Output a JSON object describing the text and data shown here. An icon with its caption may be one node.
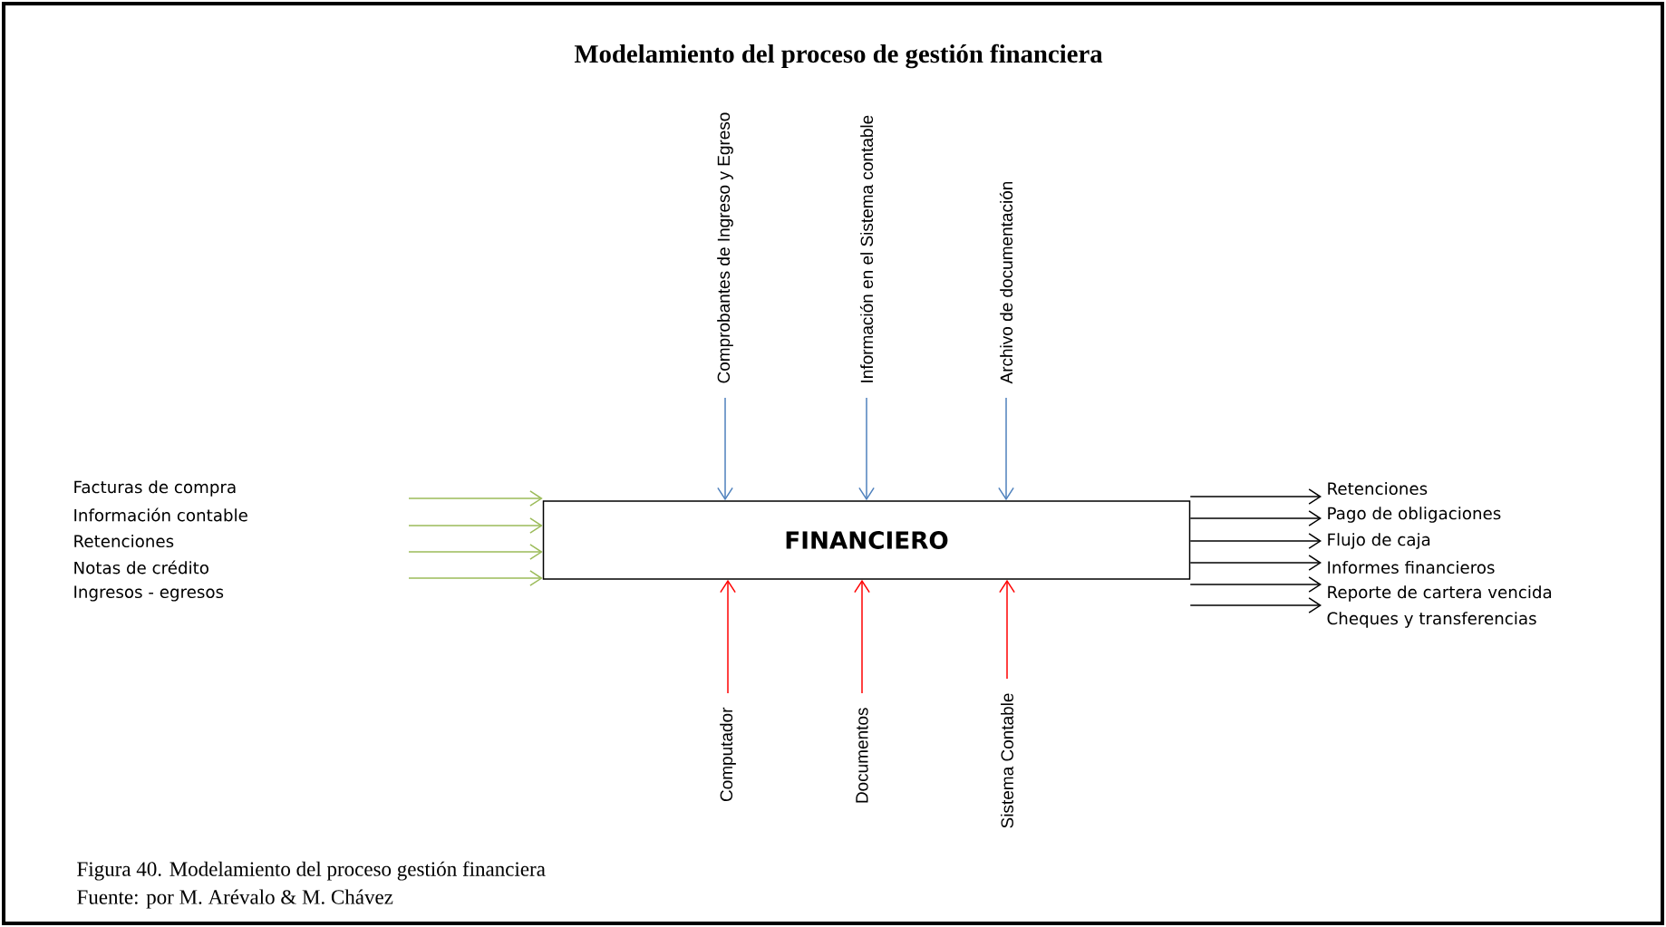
{
  "diagram": {
    "title": "Modelamiento del proceso de gestión financiera",
    "caption": "Figura 40. Modelamiento del proceso gestión financiera",
    "nodes": [
      {
        "text": [
          "FINANCIERO"
        ]
      },
      {
        "text": [
          "Comprobantes de Ingreso y Egreso"
        ]
      },
      {
        "text": [
          "Información en el Sistema contable"
        ]
      },
      {
        "text": [
          "Archivo de documentación"
        ]
      },
      {
        "text": [
          "Computador"
        ]
      },
      {
        "text": [
          "Documentos"
        ]
      },
      {
        "text": [
          "Sistema Contable"
        ]
      },
      {
        "text": [
          "Retenciones"
        ]
      },
      {
        "text": [
          "Pago de obligaciones"
        ]
      },
      {
        "text": [
          "Flujo de caja"
        ]
      },
      {
        "text": [
          "Informes financieros"
        ]
      },
      {
        "text": [
          "Reporte de cartera vencida"
        ]
      },
      {
        "text": [
          "Cheques y transferencias"
        ]
      }
    ],
    "edges": [
      {
        "from": 1,
        "to": 0,
        "arrow": "to",
        "color": "#4f81bd"
      },
      {
        "from": 2,
        "to": 0,
        "arrow": "to",
        "color": "#4f81bd"
      },
      {
        "from": 3,
        "to": 0,
        "arrow": "to",
        "color": "#4f81bd"
      },
      {
        "from": 4,
        "to": 0,
        "arrow": "to",
        "color": "#ff0000"
      },
      {
        "from": 5,
        "to": 0,
        "arrow": "to",
        "color": "#ff0000"
      },
      {
        "from": 6,
        "to": 0,
        "arrow": "to",
        "color": "#ff0000"
      },
      {
        "from": null,
        "to": 0,
        "arrow": "to",
        "color": "#9bbb59"
      },
      {
        "from": null,
        "to": 0,
        "arrow": "to",
        "color": "#9bbb59"
      },
      {
        "from": null,
        "to": 0,
        "arrow": "to",
        "color": "#9bbb59"
      },
      {
        "from": null,
        "to": 0,
        "arrow": "to",
        "color": "#9bbb59"
      },
      {
        "from": 0,
        "to": 7,
        "arrow": "to"
      },
      {
        "from": 0,
        "to": 8,
        "arrow": "to"
      },
      {
        "from": 0,
        "to": 9,
        "arrow": "to"
      },
      {
        "from": 0,
        "to": 10,
        "arrow": "to"
      },
      {
        "from": 0,
        "to": 11,
        "arrow": "to"
      },
      {
        "from": 0,
        "to": 12,
        "arrow": "to"
      }
    ],
    "labels": [
      "Facturas de compra",
      "Información contable",
      "Retenciones",
      "Notas de crédito",
      "Ingresos - egresos",
      "Fuente: por M. Arévalo & M. Chávez"
    ]
  }
}
